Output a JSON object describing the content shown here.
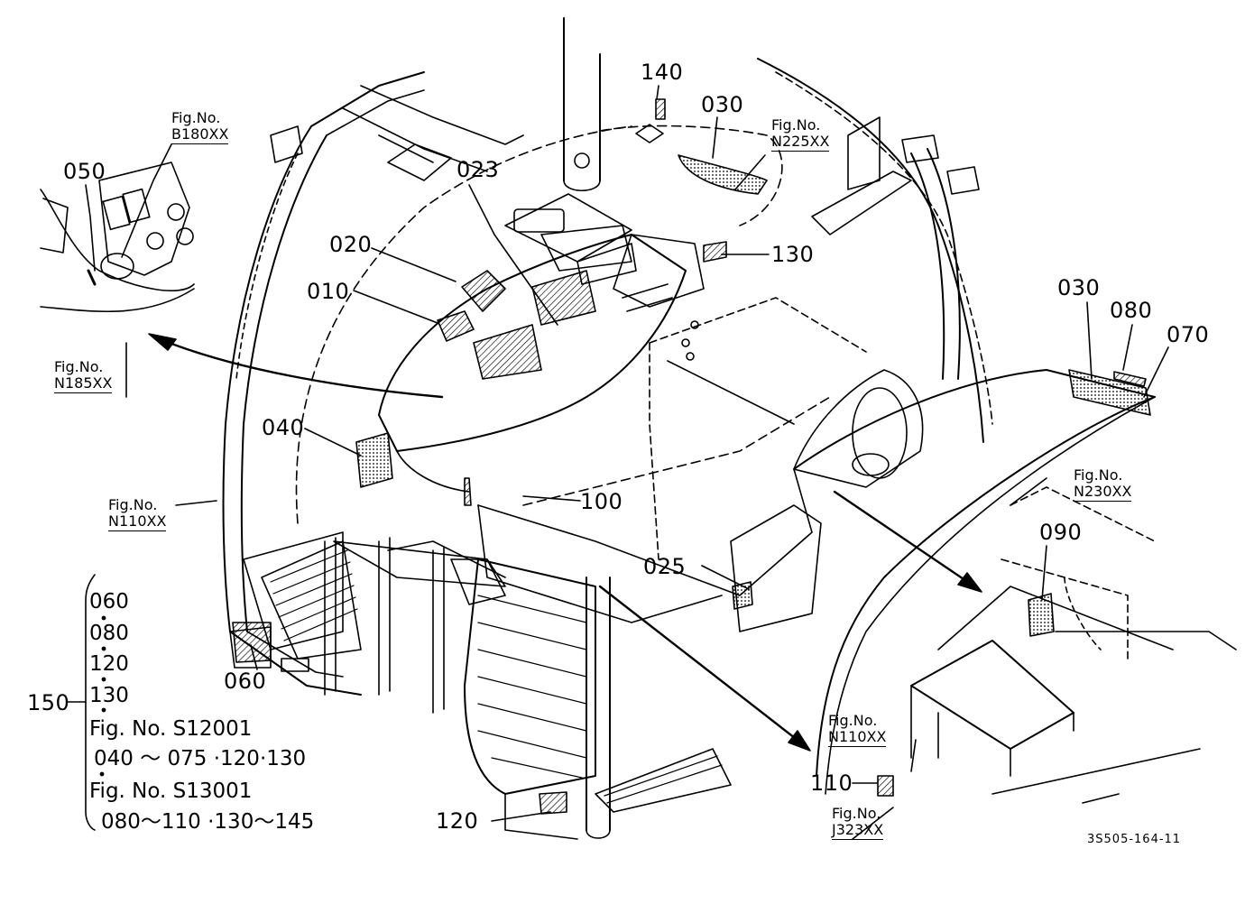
{
  "callouts": {
    "c140": "140",
    "c030a": "030",
    "c023": "023",
    "c050": "050",
    "c020": "020",
    "c010": "010",
    "c130": "130",
    "c030b": "030",
    "c080": "080",
    "c070": "070",
    "c040": "040",
    "c100": "100",
    "c025": "025",
    "c090": "090",
    "c060": "060",
    "c120": "120",
    "c110": "110",
    "c150": "150"
  },
  "figrefs": {
    "b180": {
      "prefix": "Fig.No.",
      "code": "B180XX"
    },
    "n225": {
      "prefix": "Fig.No.",
      "code": "N225XX"
    },
    "n185": {
      "prefix": "Fig.No.",
      "code": "N185XX"
    },
    "n110a": {
      "prefix": "Fig.No.",
      "code": "N110XX"
    },
    "n230": {
      "prefix": "Fig.No.",
      "code": "N230XX"
    },
    "n110b": {
      "prefix": "Fig.No.",
      "code": "N110XX"
    },
    "j323": {
      "prefix": "Fig.No.",
      "code": "J323XX"
    }
  },
  "kit_note": {
    "items": [
      "060",
      "080",
      "120",
      "130"
    ],
    "line1": "Fig. No. S12001",
    "line2": "040 ～ 075 ·120·130",
    "line3": "Fig. No. S13001",
    "line4": "080～110 ·130～145"
  },
  "drawing_code": "3S505-164-11"
}
